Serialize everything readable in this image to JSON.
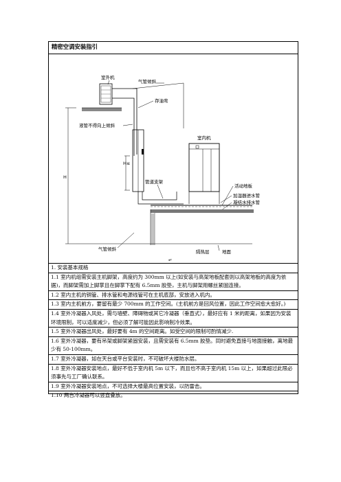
{
  "document": {
    "title": "精密空调安装指引"
  },
  "diagram": {
    "labels": {
      "outdoor_unit": "室外机",
      "gas_pipe_slope_top": "气管倾斜",
      "oil_trap": "存油弯",
      "no_upward_horizontal": "液管不得向上倾斜",
      "dimension_h_left": "H",
      "dimension_h_inner": "H≤",
      "indoor_unit": "室内机",
      "pipe_support": "管道支架",
      "raised_floor": "活动地板",
      "humidifier_water_pipe": "加湿器进水管",
      "condensate_drain_pipe": "凝结水排水管",
      "gas_pipe_slope_bottom": "气管倾斜",
      "insulation_layer": "隔热层",
      "ground": "地面",
      "anchor_mark": "↵"
    }
  },
  "items": [
    "1. 安装基本规格",
    "1.1 室内机组需安装主机脚架，高度约为 300mm 以上(如安装与高架地板配套则以高架地板的高度为依据)，而脚架需加上脚掌且在脚掌下配有 6.5mm 胶垫，主机与脚架用螺丝紧固连接。",
    "1.2 室内主机的铜管、排水管和电源线管可在主机底部，安放进入机内。",
    "1.3 室内主机前方，要留有最少 700mm 的工作空间。(主机前方是回风位置，因此工作空间愈大愈好。)",
    "1.4 室外冷凝器入风处，需与墙壁、障碍物或其它冷凝器（垂直式），最好应有 1 米的距离，如果因为安装环境限制，可以适度减少，但必须了解可能因此影响制冷效果。",
    "1.5 室外冷凝器出风处，最好要有 4m 的空间距离。如受空间的限制可酌情减少.",
    "1.6 室外冷凝器，要有吊架或脚架紧固安装，且需安装有 6.5mm 胶垫。同时避免直接与地面接触，离地最少有 50-100mm。",
    "1.7 室外冷凝器，如在天台或平台安装时，不可破坏大楼防水层。",
    "1.8 室外冷凝器安装地点，最好不低于室内机 5m 以下，而且也不高于室内机 15m 以上，如果超过此限必须事先与工厂确认联系。",
    "1.9 室外冷凝器安装地点，不可选择大楼最高位置安装，以防雷击。",
    "1.10 两台冷凝器可以竖直叠放。"
  ]
}
